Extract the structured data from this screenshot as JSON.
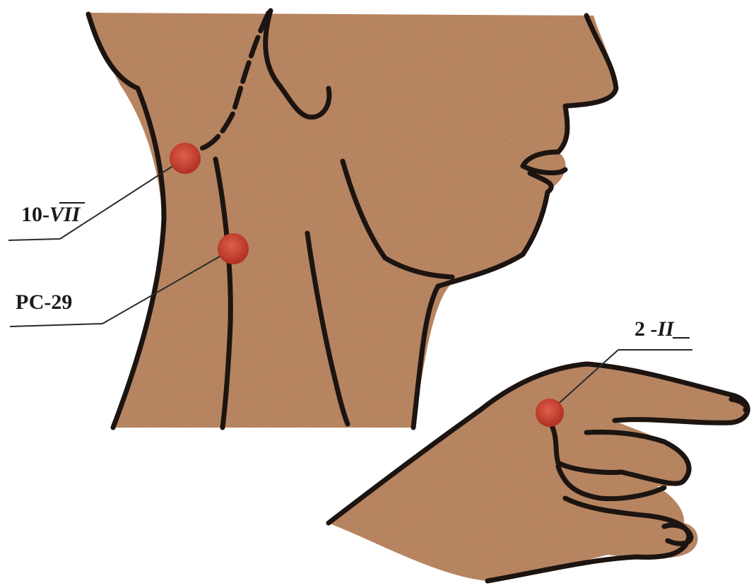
{
  "points": [
    {
      "id": "p10",
      "prefix": "10-",
      "numeral": "VII"
    },
    {
      "id": "rc29",
      "prefix": "РС-29",
      "numeral": ""
    },
    {
      "id": "p2",
      "prefix": "2 -",
      "numeral": "II"
    }
  ],
  "colors": {
    "skin": "#a86a3f",
    "outline": "#1c1410",
    "point": "#c8392b",
    "background": "#ffffff"
  }
}
